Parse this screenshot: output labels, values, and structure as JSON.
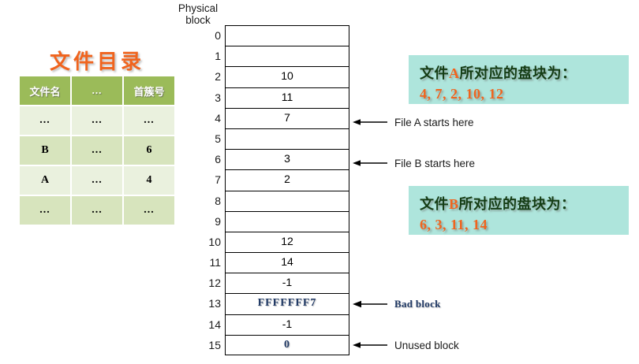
{
  "directory": {
    "title": "文件目录",
    "columns": [
      "文件名",
      "...",
      "首簇号"
    ],
    "rows": [
      [
        "...",
        "...",
        "..."
      ],
      [
        "B",
        "...",
        "6"
      ],
      [
        "A",
        "...",
        "4"
      ],
      [
        "...",
        "...",
        "..."
      ]
    ]
  },
  "fat": {
    "header_line1": "Physical",
    "header_line2": "block",
    "entries": [
      {
        "index": "0",
        "value": ""
      },
      {
        "index": "1",
        "value": ""
      },
      {
        "index": "2",
        "value": "10"
      },
      {
        "index": "3",
        "value": "11"
      },
      {
        "index": "4",
        "value": "7"
      },
      {
        "index": "5",
        "value": ""
      },
      {
        "index": "6",
        "value": "3"
      },
      {
        "index": "7",
        "value": "2"
      },
      {
        "index": "8",
        "value": ""
      },
      {
        "index": "9",
        "value": ""
      },
      {
        "index": "10",
        "value": "12"
      },
      {
        "index": "11",
        "value": "14"
      },
      {
        "index": "12",
        "value": "-1"
      },
      {
        "index": "13",
        "value": "FFFFFFF7"
      },
      {
        "index": "14",
        "value": "-1"
      },
      {
        "index": "15",
        "value": "0"
      }
    ]
  },
  "annotations": [
    {
      "label": "File A starts here"
    },
    {
      "label": "File B starts here"
    },
    {
      "label": "Bad block"
    },
    {
      "label": "Unused block"
    }
  ],
  "callouts": [
    {
      "line1_pre": "文件",
      "line1_hl": "A",
      "line1_post": "所对应的盘块为：",
      "line2": "4, 7, 2, 10, 12"
    },
    {
      "line1_pre": "文件",
      "line1_hl": "B",
      "line1_post": "所对应的盘块为：",
      "line2": "6, 3, 11, 14"
    }
  ],
  "colors": {
    "header_green": "#9BBB59",
    "row_alt": "#D7E4BD",
    "row_norm": "#EAF1DE",
    "accent_orange": "#F0641E",
    "callout_bg": "#AEE5DC",
    "special_blue": "#1F3864"
  }
}
